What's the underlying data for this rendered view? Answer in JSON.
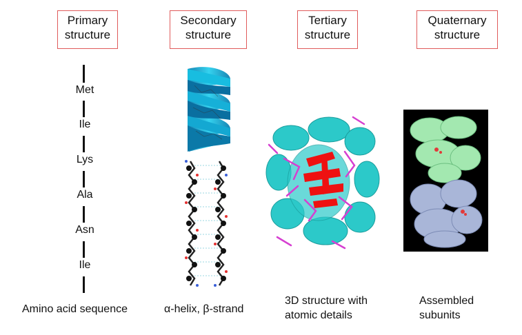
{
  "headers": {
    "primary": "Primary\nstructure",
    "secondary": "Secondary\nstructure",
    "tertiary": "Tertiary\nstructure",
    "quaternary": "Quaternary\nstructure"
  },
  "primary_sequence": [
    "Met",
    "Ile",
    "Lys",
    "Ala",
    "Asn",
    "Ile"
  ],
  "captions": {
    "primary": "Amino acid sequence",
    "secondary": "α-helix, β-strand",
    "tertiary": "3D structure with\natomic details",
    "quaternary": "Assembled\nsubunits"
  },
  "colors": {
    "header_border": "#e05a5a",
    "helix": "#14b7d6",
    "helix_dark": "#0b7fb0",
    "tertiary_cyan": "#2cc9c9",
    "tertiary_magenta": "#d63fd1",
    "tertiary_red": "#ee1111",
    "quaternary_bg": "#000000",
    "quaternary_green": "#a3e8b0",
    "quaternary_blue": "#a9b6d8"
  }
}
